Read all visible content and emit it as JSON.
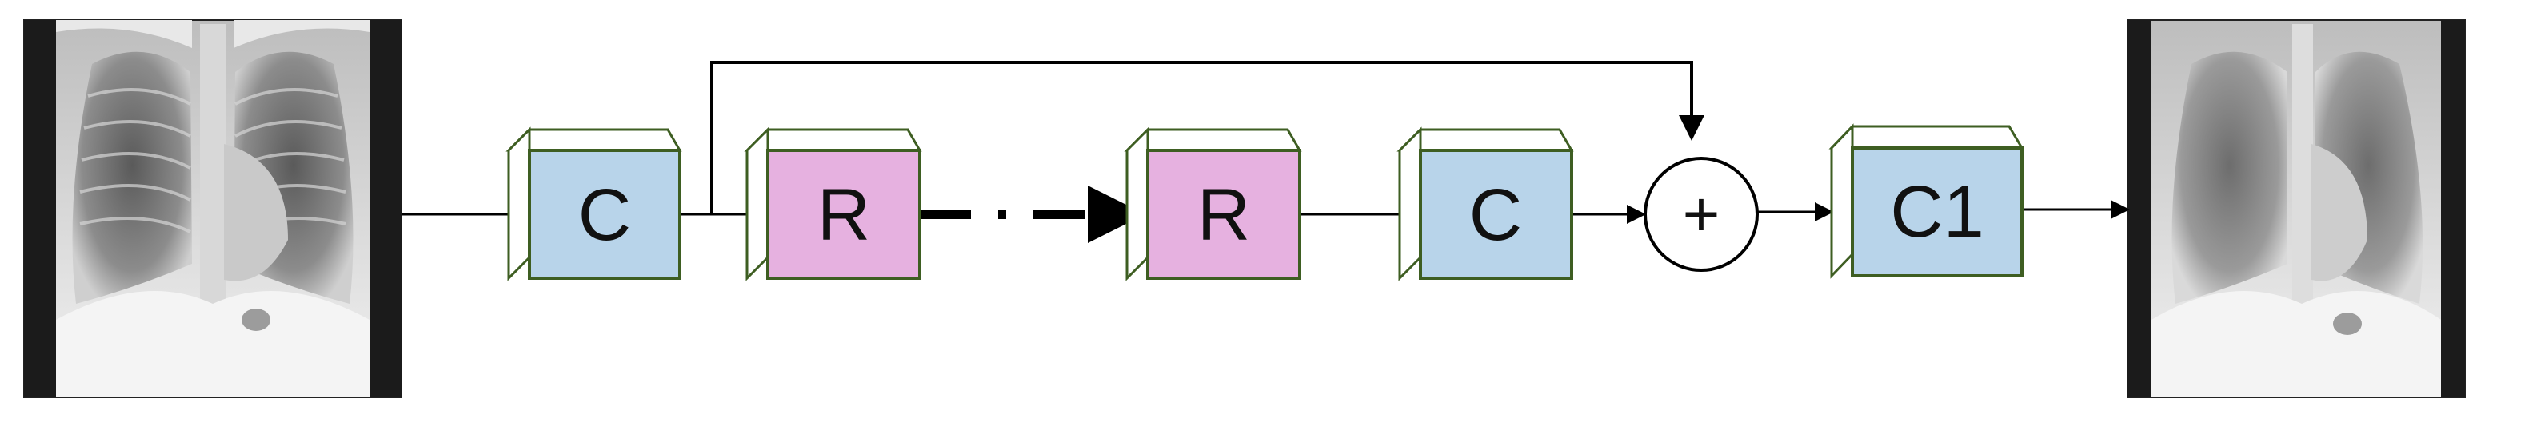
{
  "diagram": {
    "input_image": {
      "description_name": "input-chest-xray"
    },
    "output_image": {
      "description_name": "output-chest-xray"
    },
    "blocks": [
      {
        "label": "C",
        "color": "#b8d4ea"
      },
      {
        "label": "R",
        "color": "#e6b1e0"
      },
      {
        "label": "R",
        "color": "#e6b1e0"
      },
      {
        "label": "C",
        "color": "#b8d4ea"
      },
      {
        "label": "C1",
        "color": "#b8d4ea"
      }
    ],
    "sum_node": {
      "label": "+"
    },
    "colors": {
      "block_border": "#3e5e22",
      "arrow": "#000000"
    }
  }
}
